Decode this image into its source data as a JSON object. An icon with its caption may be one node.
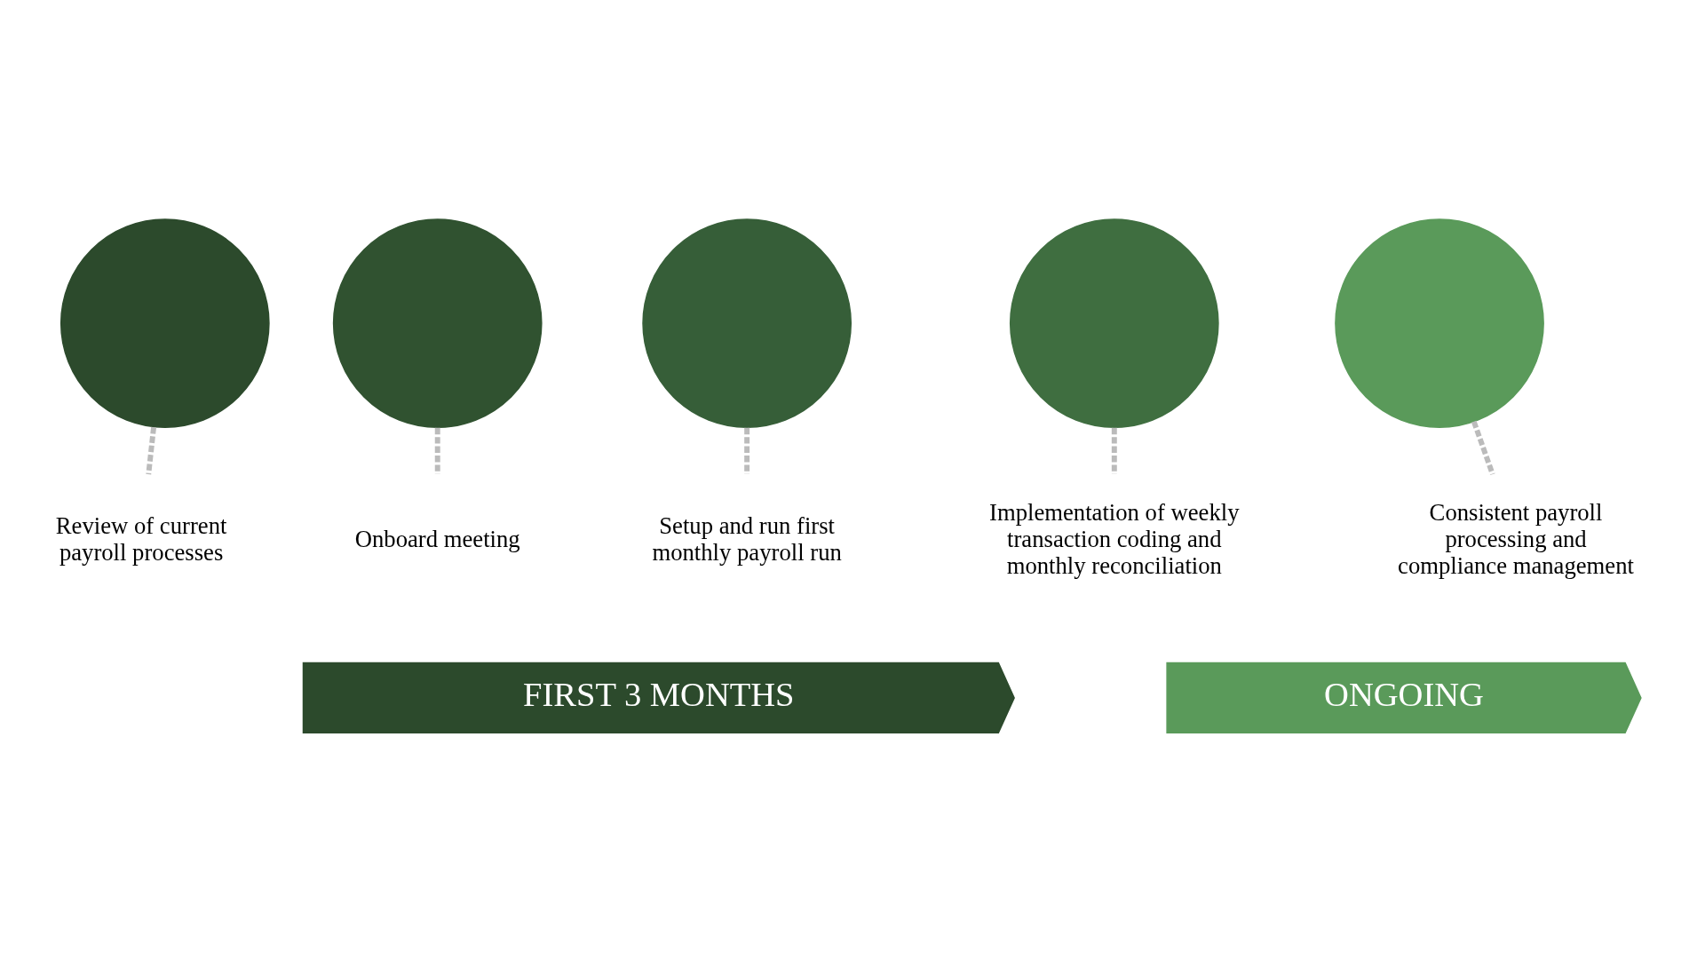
{
  "diagram": {
    "nodes": [
      {
        "text": [],
        "shape": "circle"
      },
      {
        "text": [],
        "shape": "circle"
      },
      {
        "text": [],
        "shape": "circle"
      },
      {
        "text": [],
        "shape": "circle"
      },
      {
        "text": [],
        "shape": "circle"
      },
      {
        "text": [
          "Review of current payroll processes"
        ]
      },
      {
        "text": [
          "Onboard meeting"
        ]
      },
      {
        "text": [
          "Setup and run first monthly payroll run"
        ]
      },
      {
        "text": [
          "Implementation of weekly transaction coding and monthly reconciliation"
        ]
      },
      {
        "text": [
          "Consistent payroll processing and compliance management"
        ]
      },
      {
        "text": [
          "FIRST 3 MONTHS"
        ]
      },
      {
        "text": [
          "ONGOING"
        ]
      }
    ],
    "edges": [
      {
        "from": 0,
        "to": 5,
        "arrow": "none",
        "style": "dashed"
      },
      {
        "from": 1,
        "to": 6,
        "arrow": "none",
        "style": "dashed"
      },
      {
        "from": 2,
        "to": 7,
        "arrow": "none",
        "style": "dashed"
      },
      {
        "from": 3,
        "to": 8,
        "arrow": "none",
        "style": "dashed"
      },
      {
        "from": 4,
        "to": 9,
        "arrow": "none",
        "style": "dashed"
      }
    ]
  }
}
